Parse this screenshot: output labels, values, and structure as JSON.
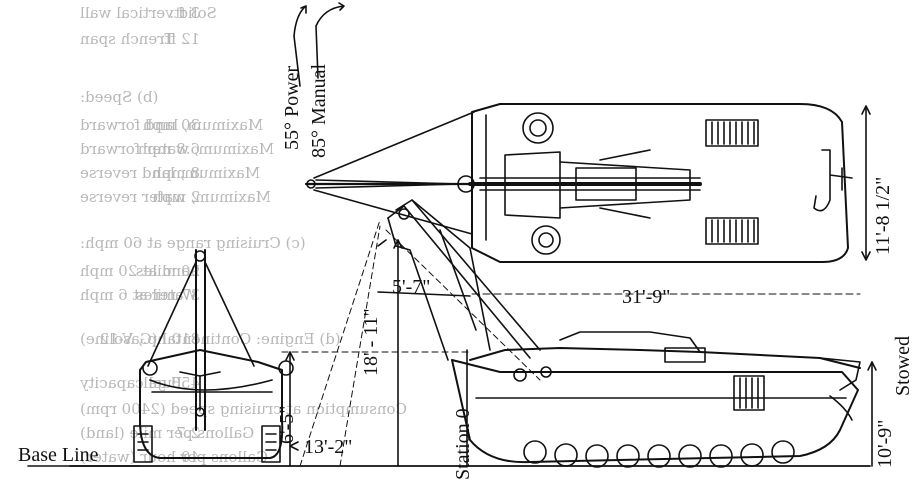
{
  "spec_text": {
    "lines": [
      {
        "label": "Solid vertical wall",
        "value": "3 ft."
      },
      {
        "label": "Trench span",
        "value": "12 ft."
      },
      {
        "label": "(b) Speed:",
        "value": ""
      },
      {
        "label": "Maximum, land forward",
        "value": "30 mph"
      },
      {
        "label": "Maximum, water forward",
        "value": "6.8 mph"
      },
      {
        "label": "Maximum, land reverse",
        "value": "8 mph"
      },
      {
        "label": "Maximum, water reverse",
        "value": "2 mph"
      },
      {
        "label": "(c) Cruising range at 60 mph:",
        "value": ""
      },
      {
        "label": "Land at 20 mph",
        "value": "90 miles"
      },
      {
        "label": "Water at 6 mph",
        "value": "37 miles"
      },
      {
        "label": "(d) Engine: Continental (Gasoline)",
        "value": "810 hp., V-12"
      },
      {
        "label": "Fuel capacity",
        "value": "450 gal."
      },
      {
        "label": "Consumption at cruising speed (2400 rpm)",
        "value": ""
      },
      {
        "label": "Gallons per mile (land)",
        "value": "2.7"
      },
      {
        "label": "Gallons per hour (water)",
        "value": "40"
      }
    ]
  },
  "dimensions": {
    "boom_angle_power": "55° Power",
    "boom_angle_manual": "85° Manual",
    "width_top": "11'-8 1/2\"",
    "boom_reach": "5'-7\"",
    "length": "31'-9\"",
    "height_boom": "18' - 11\"",
    "stowed_height": "10'-9\"",
    "stowed_label": "Stowed",
    "front_height": "6'-5\"",
    "front_width": "13'-2\"",
    "base_line": "Base Line",
    "station": "Station 0"
  }
}
